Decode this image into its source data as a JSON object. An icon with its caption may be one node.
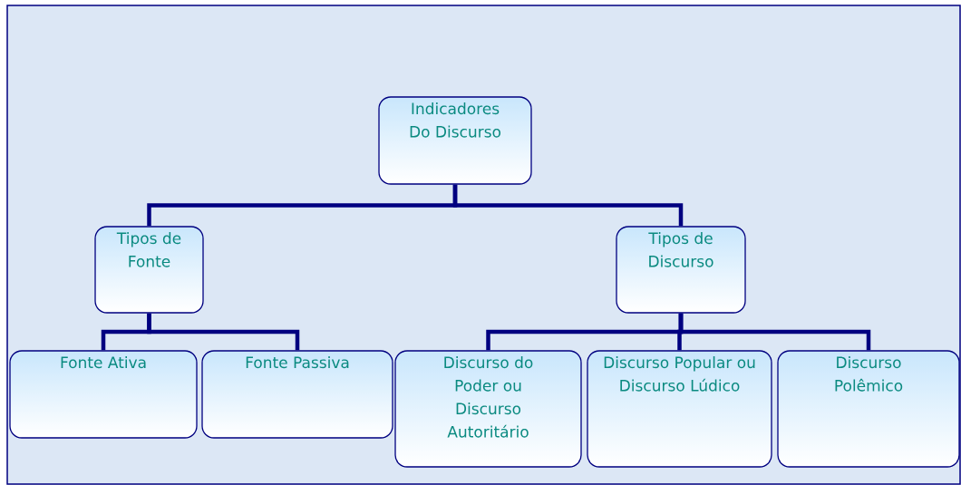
{
  "diagram": {
    "nodes": [
      {
        "text": [
          "Indicadores Do Discurso"
        ]
      },
      {
        "text": [
          "Tipos de Fonte"
        ]
      },
      {
        "text": [
          "Tipos de Discurso"
        ]
      },
      {
        "text": [
          "Fonte Ativa"
        ]
      },
      {
        "text": [
          "Fonte Passiva"
        ]
      },
      {
        "text": [
          "Discurso do Poder ou Discurso Autoritário"
        ]
      },
      {
        "text": [
          "Discurso Popular ou Discurso Lúdico"
        ]
      },
      {
        "text": [
          "Discurso Polêmico"
        ]
      }
    ],
    "edges": [
      {
        "from": 0,
        "to": 1,
        "arrow": "none"
      },
      {
        "from": 0,
        "to": 2,
        "arrow": "none"
      },
      {
        "from": 1,
        "to": 3,
        "arrow": "none"
      },
      {
        "from": 1,
        "to": 4,
        "arrow": "none"
      },
      {
        "from": 2,
        "to": 5,
        "arrow": "none"
      },
      {
        "from": 2,
        "to": 6,
        "arrow": "none"
      },
      {
        "from": 2,
        "to": 7,
        "arrow": "none"
      }
    ]
  }
}
